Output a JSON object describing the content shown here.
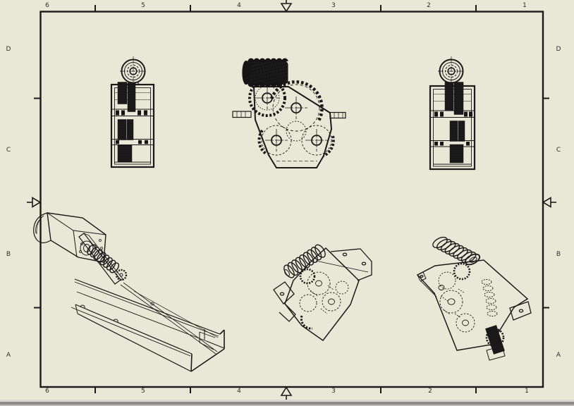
{
  "sheet": {
    "paper_color": "#e9e8d6",
    "line_color": "#1a1a1a",
    "label_color": "#2b2b2b",
    "window_edge_light": "#d8d8d0",
    "window_edge_dark": "#8c8c8c",
    "window_edge_mid": "#bcbcb4"
  },
  "border": {
    "top_zone_labels": [
      "6",
      "5",
      "4",
      "3",
      "2",
      "1"
    ],
    "bottom_zone_labels": [
      "6",
      "5",
      "4",
      "3",
      "2",
      "1"
    ],
    "left_zone_labels": [
      "D",
      "C",
      "B",
      "A"
    ],
    "right_zone_labels": [
      "D",
      "C",
      "B",
      "A"
    ]
  }
}
